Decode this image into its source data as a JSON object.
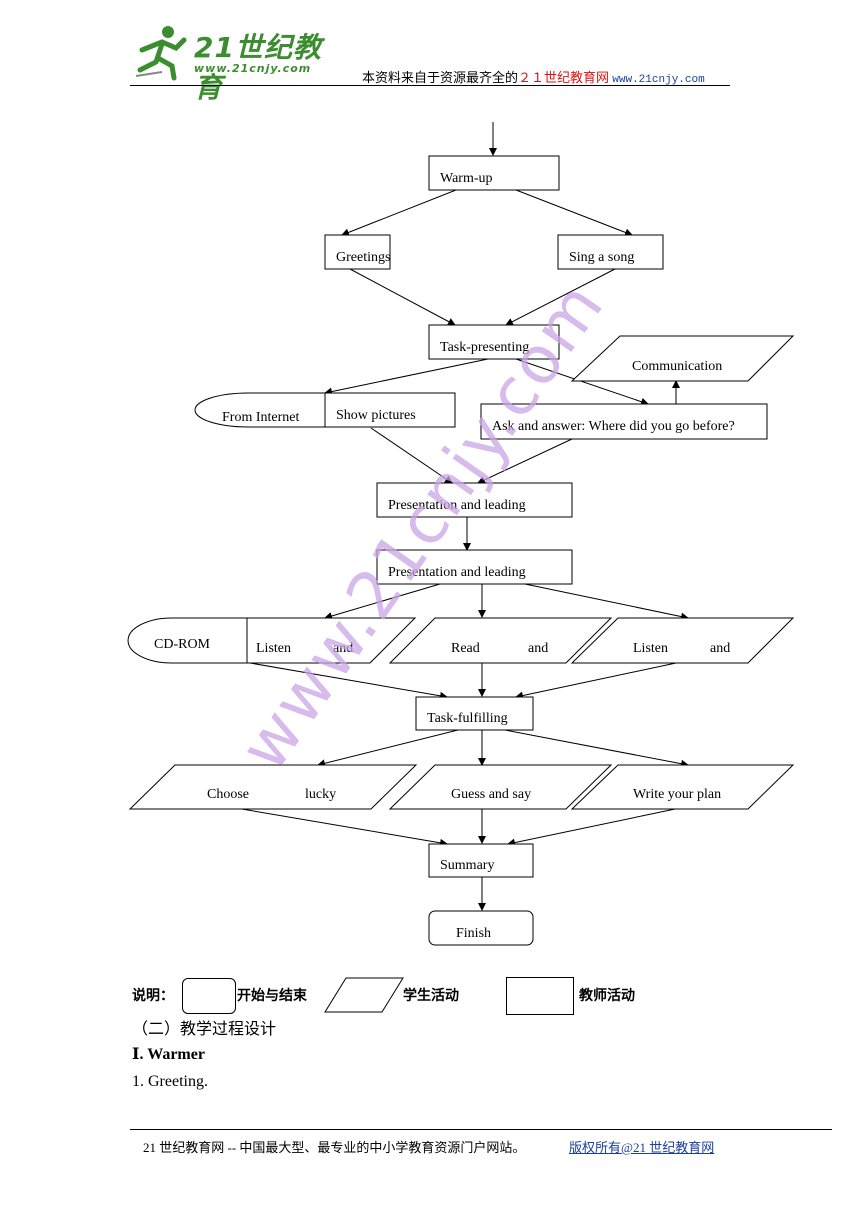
{
  "header": {
    "logo_text": "21世纪教育",
    "logo_sub": "www.21cnjy.com",
    "tag_prefix": "本资料来自于资源最齐全的",
    "tag_red": "２１世纪教育网",
    "tag_url": "www.21cnjy.com"
  },
  "watermark": "www.21cnjy.com",
  "flow": {
    "warmup": "Warm-up",
    "greetings": "Greetings",
    "sing_song": "Sing a song",
    "task_presenting": "Task-presenting",
    "communication": "Communication",
    "from_internet": "From Internet",
    "show_pictures": "Show pictures",
    "ask_answer": "Ask and answer: Where did you go before?",
    "presentation1": "Presentation and leading",
    "presentation2": "Presentation and leading",
    "cd_rom": "CD-ROM",
    "listen1_a": "Listen",
    "listen1_b": "and",
    "read_a": "Read",
    "read_b": "and",
    "listen2_a": "Listen",
    "listen2_b": "and",
    "task_fulfilling": "Task-fulfilling",
    "choose_a": "Choose",
    "choose_b": "lucky",
    "guess_say": "Guess and say",
    "write_plan": "Write your plan",
    "summary": "Summary",
    "finish": "Finish"
  },
  "legend": {
    "title": "说明：",
    "start_end": "开始与结束",
    "student": "学生活动",
    "teacher": "教师活动"
  },
  "body": {
    "section": "（二）教学过程设计",
    "warmer": "Ⅰ. Warmer",
    "greeting": "1. Greeting."
  },
  "footer": {
    "text": "21 世纪教育网  --  中国最大型、最专业的中小学教育资源门户网站。",
    "link": "版权所有@21 世纪教育网"
  }
}
